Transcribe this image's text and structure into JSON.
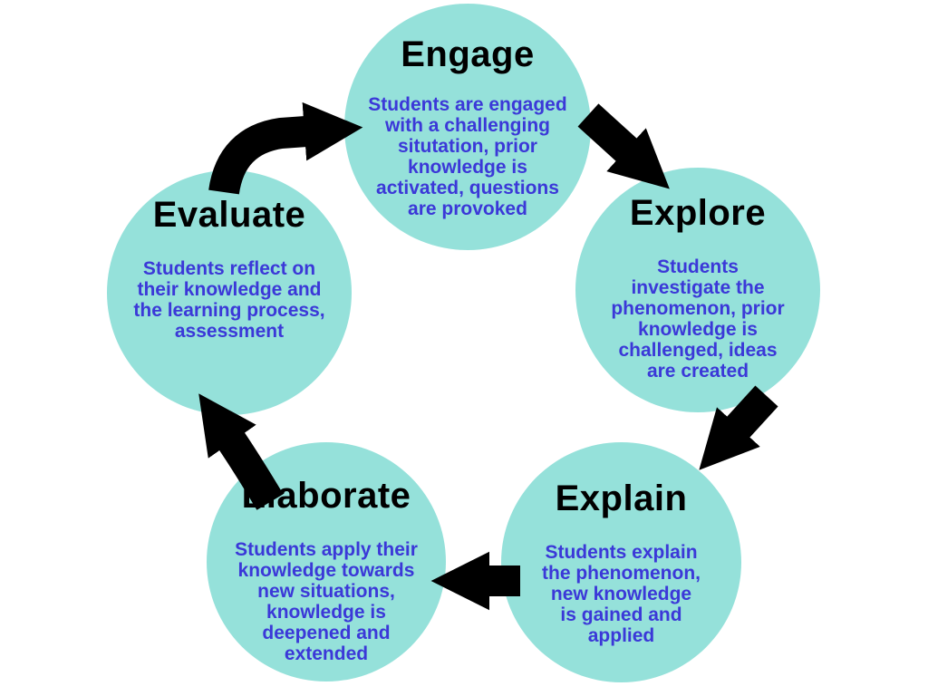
{
  "diagram": {
    "kind": "cycle-diagram",
    "background_color": "#FFFFFF",
    "palette": {
      "circle_fill": "#95E1DA",
      "title_color": "#000000",
      "description_color": "#3B38D8",
      "arrow_color": "#000000"
    },
    "stages": [
      {
        "title": "Engage",
        "description": "Students are engaged\nwith a challenging\nsitutation, prior\nknowledge is\nactivated, questions\nare provoked"
      },
      {
        "title": "Explore",
        "description": "Students\ninvestigate the\nphenomenon, prior\nknowledge is\nchallenged, ideas\nare created"
      },
      {
        "title": "Explain",
        "description": "Students explain\nthe phenomenon,\nnew knowledge\nis gained and\napplied"
      },
      {
        "title": "Elaborate",
        "description": "Students apply their\nknowledge towards\nnew situations,\nknowledge is\ndeepened and\nextended"
      },
      {
        "title": "Evaluate",
        "description": "Students reflect on\ntheir knowledge and\nthe learning process,\nassessment"
      }
    ],
    "arrows": [
      {
        "from": "Evaluate",
        "to": "Engage"
      },
      {
        "from": "Engage",
        "to": "Explore"
      },
      {
        "from": "Explore",
        "to": "Explain"
      },
      {
        "from": "Explain",
        "to": "Elaborate"
      },
      {
        "from": "Elaborate",
        "to": "Evaluate"
      }
    ]
  }
}
